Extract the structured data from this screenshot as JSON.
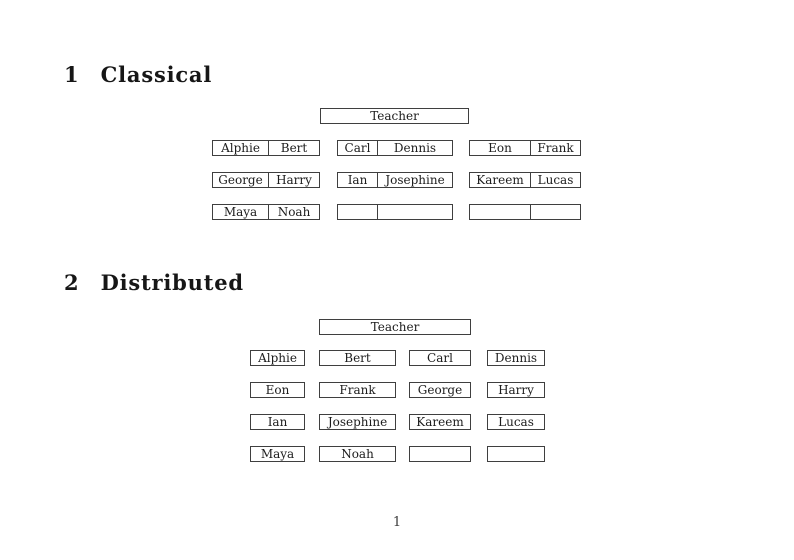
{
  "document": {
    "page_number": "1",
    "sections": [
      {
        "number": "1",
        "title": "Classical",
        "teacher_label": "Teacher",
        "desk_type": "paired",
        "rows": [
          [
            [
              "Alphie",
              "Bert"
            ],
            [
              "Carl",
              "Dennis"
            ],
            [
              "Eon",
              "Frank"
            ]
          ],
          [
            [
              "George",
              "Harry"
            ],
            [
              "Ian",
              "Josephine"
            ],
            [
              "Kareem",
              "Lucas"
            ]
          ],
          [
            [
              "Maya",
              "Noah"
            ],
            [
              "",
              ""
            ],
            [
              "",
              ""
            ]
          ]
        ]
      },
      {
        "number": "2",
        "title": "Distributed",
        "teacher_label": "Teacher",
        "desk_type": "single",
        "rows": [
          [
            "Alphie",
            "Bert",
            "Carl",
            "Dennis"
          ],
          [
            "Eon",
            "Frank",
            "George",
            "Harry"
          ],
          [
            "Ian",
            "Josephine",
            "Kareem",
            "Lucas"
          ],
          [
            "Maya",
            "Noah",
            "",
            ""
          ]
        ]
      }
    ]
  }
}
